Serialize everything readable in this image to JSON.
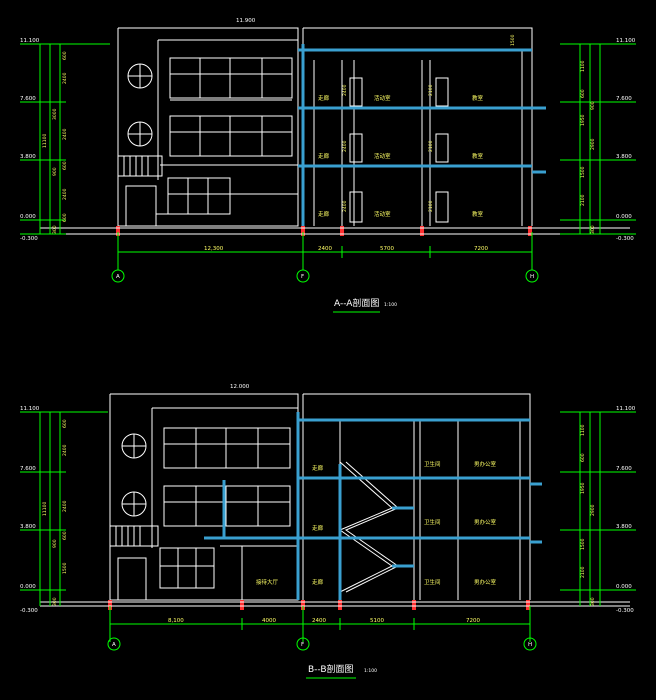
{
  "colors": {
    "background": "#000000",
    "outline": "#ffffff",
    "dimension": "#00ff00",
    "beam": "#3aa0d0",
    "column_cut": "#ff3030",
    "text": "#ffffff",
    "dim_text": "#ffff66"
  },
  "sections": [
    {
      "title": "A--A剖面图",
      "scale": "1:100",
      "top_elev": "11.900",
      "left_elevations": [
        "11.100",
        "7.600",
        "3.800",
        "0.000",
        "-0.300"
      ],
      "right_elevations": [
        "11.100",
        "7.600",
        "3.800",
        "0.000",
        "-0.300"
      ],
      "left_dims": [
        "600",
        "2400",
        "2400",
        "11100",
        "900",
        "600",
        "2400",
        "3000",
        "600",
        "300"
      ],
      "right_dims": [
        "1100",
        "600",
        "1950",
        "2900",
        "1500",
        "2100",
        "900",
        "300"
      ],
      "axis_labels": [
        "A",
        "F",
        "H"
      ],
      "bottom_dims": [
        "12,300",
        "2400",
        "5700",
        "7200"
      ],
      "room_labels": [
        "走廊",
        "活动室",
        "教室",
        "走廊",
        "活动室",
        "教室",
        "走廊",
        "活动室",
        "教室"
      ],
      "height_marks": [
        "2400",
        "2400",
        "2400",
        "2100",
        "2100",
        "2100",
        "1500"
      ]
    },
    {
      "title": "B--B剖面图",
      "scale": "1:100",
      "top_elev": "12.000",
      "left_elevations": [
        "11.100",
        "7.600",
        "3.800",
        "0.000",
        "-0.300"
      ],
      "right_elevations": [
        "11.100",
        "7.600",
        "3.800",
        "0.000",
        "-0.300"
      ],
      "left_dims": [
        "600",
        "2400",
        "2400",
        "11100",
        "900",
        "600",
        "1500",
        "300"
      ],
      "right_dims": [
        "1100",
        "600",
        "1950",
        "2900",
        "1500",
        "2100",
        "300"
      ],
      "axis_labels": [
        "A",
        "F",
        "H"
      ],
      "bottom_dims": [
        "8,100",
        "4000",
        "2400",
        "5100",
        "7200"
      ],
      "room_labels": [
        "走廊",
        "卫生间",
        "男办公室",
        "走廊",
        "卫生间",
        "男办公室",
        "接待大厅",
        "走廊",
        "卫生间",
        "男办公室"
      ]
    }
  ]
}
